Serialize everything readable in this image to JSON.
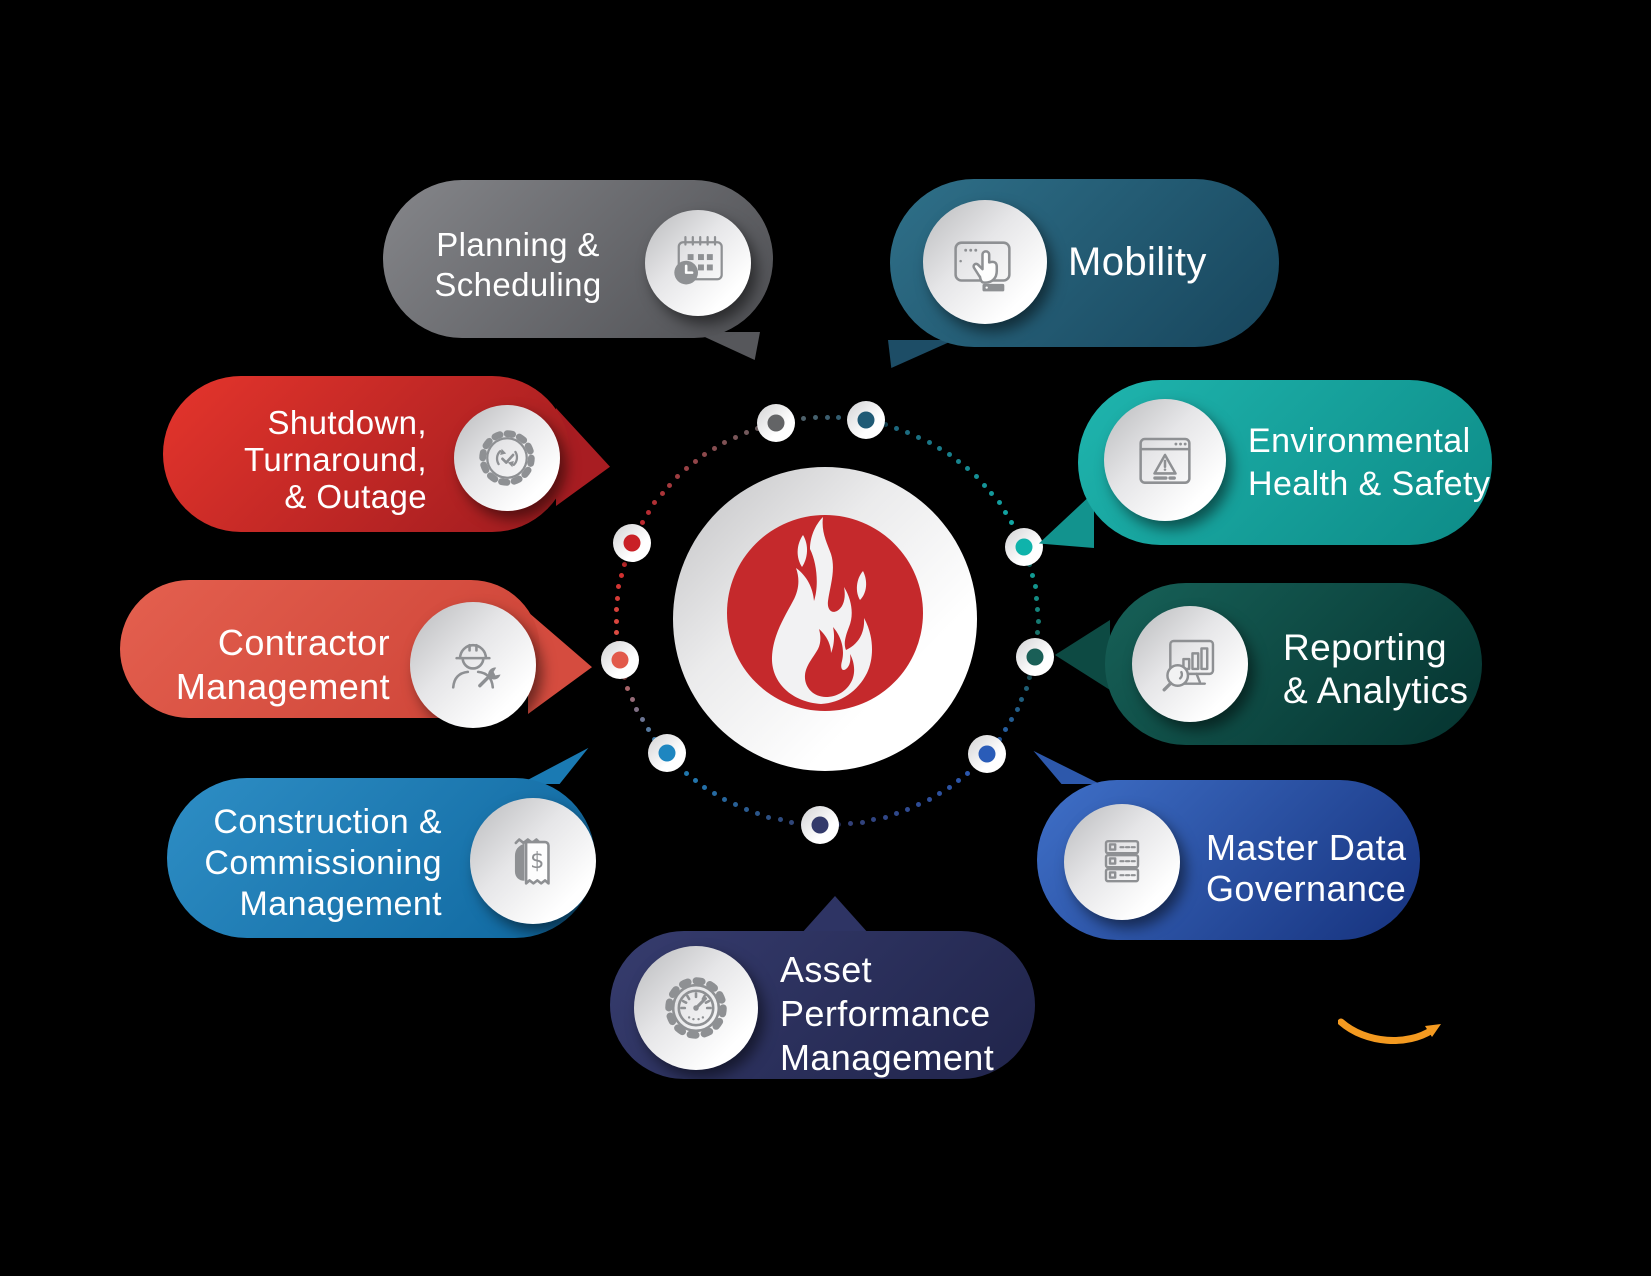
{
  "background_color": "#000000",
  "center": {
    "icon": "flame-icon",
    "flame_red": "#c5292c",
    "circle_color": "#ffffff"
  },
  "watermark": {
    "icon": "amazon-smile-icon",
    "color": "#f49a20"
  },
  "ring": {
    "dot_count": 112
  },
  "bubbles": [
    {
      "id": "planning-scheduling",
      "label": "Planning & Scheduling",
      "lines": [
        "Planning &",
        "Scheduling"
      ],
      "icon": "calendar-clock-icon",
      "gradient": [
        "#85868a",
        "#4e4f53"
      ],
      "tail_color": "#56575b",
      "node_color": "#636466",
      "node_angle": 256
    },
    {
      "id": "mobility",
      "label": "Mobility",
      "lines": [
        "Mobility"
      ],
      "icon": "tablet-touch-icon",
      "gradient": [
        "#2f7089",
        "#17455c"
      ],
      "tail_color": "#1d4d66",
      "node_color": "#1f5a75",
      "node_angle": 280.6
    },
    {
      "id": "shutdown-turnaround-outage",
      "label": "Shutdown, Turnaround, & Outage",
      "lines": [
        "Shutdown,",
        "Turnaround,",
        "& Outage"
      ],
      "icon": "gear-sync-icon",
      "gradient": [
        "#e5352c",
        "#9e1b1f"
      ],
      "tail_color": "#a81d22",
      "node_color": "#c92026",
      "node_angle": 202.4
    },
    {
      "id": "environmental-health-safety",
      "label": "Environmental Health & Safety",
      "lines": [
        "Environmental",
        "Health & Safety"
      ],
      "icon": "browser-warning-icon",
      "gradient": [
        "#1fb5ae",
        "#0d8b87"
      ],
      "tail_color": "#12938e",
      "node_color": "#0fb3ab",
      "node_angle": 338.7
    },
    {
      "id": "contractor-management",
      "label": "Contractor Management",
      "lines": [
        "Contractor",
        "Management"
      ],
      "icon": "worker-wrench-icon",
      "gradient": [
        "#e4604f",
        "#cc4236"
      ],
      "tail_color": "#d54c3f",
      "node_color": "#e2594a",
      "node_angle": 169.1
    },
    {
      "id": "reporting-analytics",
      "label": "Reporting & Analytics",
      "lines": [
        "Reporting",
        "& Analytics"
      ],
      "icon": "monitor-analytics-icon",
      "gradient": [
        "#176158",
        "#05332f"
      ],
      "tail_color": "#0d4a43",
      "node_color": "#1a5f57",
      "node_angle": 10.2
    },
    {
      "id": "construction-commissioning-management",
      "label": "Construction & Commissioning Management",
      "lines": [
        "Construction &",
        "Commissioning",
        "Management"
      ],
      "icon": "receipt-dollar-icon",
      "gradient": [
        "#2e8ec5",
        "#0e669e"
      ],
      "tail_color": "#1a7ab3",
      "node_color": "#1e86c0",
      "node_angle": 139.5
    },
    {
      "id": "master-data-governance",
      "label": "Master Data Governance",
      "lines": [
        "Master Data",
        "Governance"
      ],
      "icon": "server-rack-icon",
      "gradient": [
        "#3f70c8",
        "#16327d"
      ],
      "tail_color": "#2d58ab",
      "node_color": "#2a5cb8",
      "node_angle": 40.7
    },
    {
      "id": "asset-performance-management",
      "label": "Asset Performance Management",
      "lines": [
        "Asset",
        "Performance",
        "Management"
      ],
      "icon": "gauge-gear-icon",
      "gradient": [
        "#363c6e",
        "#20244a"
      ],
      "tail_color": "#2e3464",
      "node_color": "#333a6b",
      "node_angle": 91.9
    }
  ]
}
